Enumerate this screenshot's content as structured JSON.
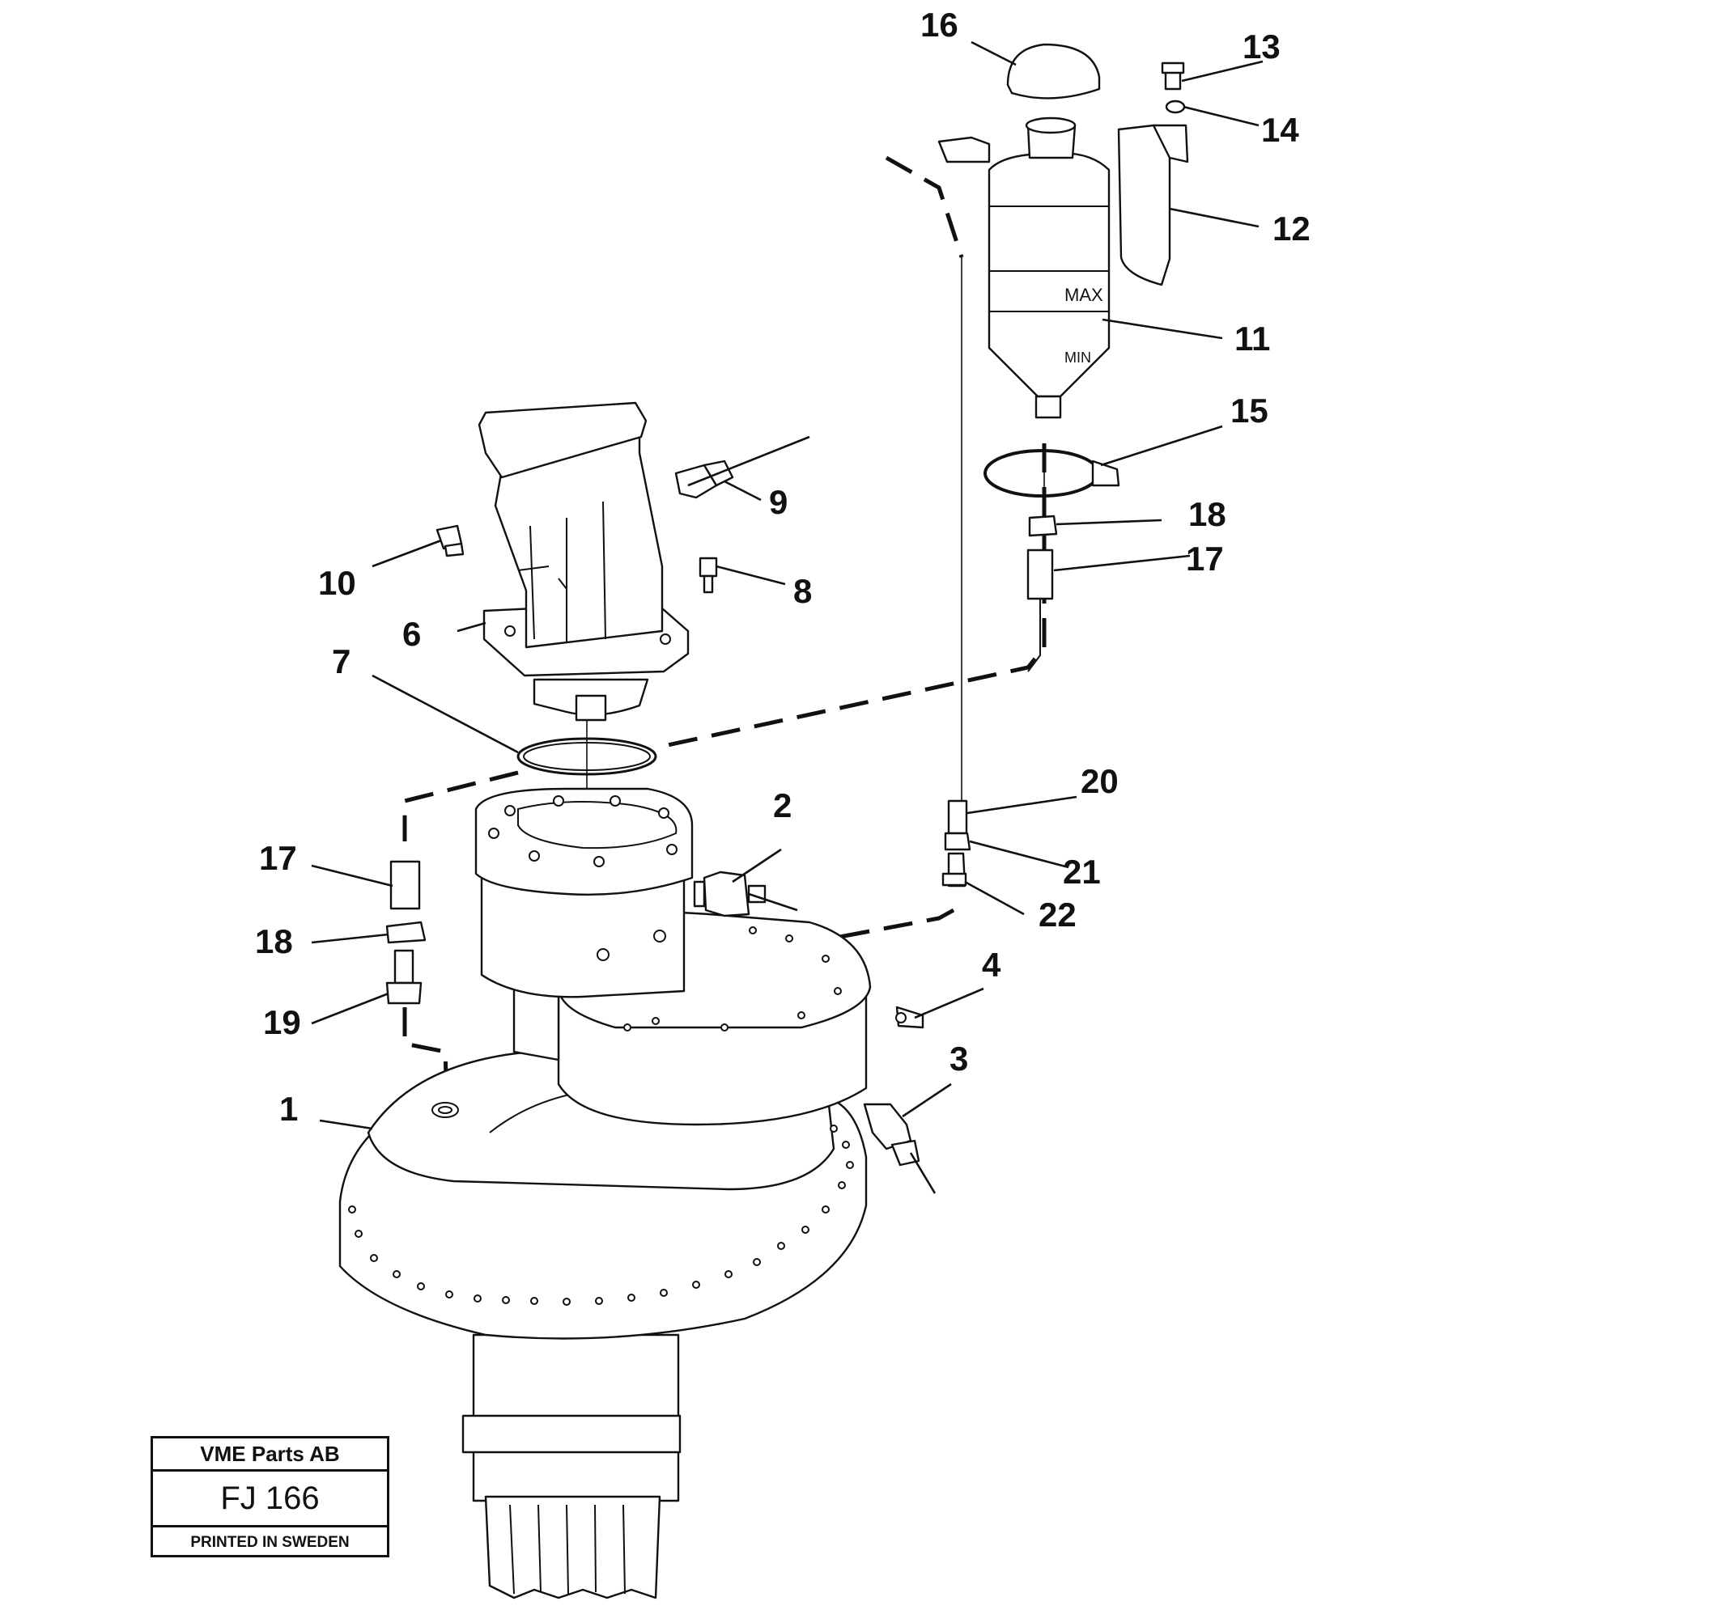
{
  "title_block": {
    "company": "VME Parts AB",
    "drawing_number": "FJ 166",
    "printed_note": "PRINTED IN SWEDEN"
  },
  "tank_markings": {
    "max": "MAX",
    "min": "MIN"
  },
  "callouts": [
    {
      "id": "callout-1",
      "text": "1"
    },
    {
      "id": "callout-2",
      "text": "2"
    },
    {
      "id": "callout-3",
      "text": "3"
    },
    {
      "id": "callout-4",
      "text": "4"
    },
    {
      "id": "callout-6",
      "text": "6"
    },
    {
      "id": "callout-7",
      "text": "7"
    },
    {
      "id": "callout-8",
      "text": "8"
    },
    {
      "id": "callout-9",
      "text": "9"
    },
    {
      "id": "callout-10",
      "text": "10"
    },
    {
      "id": "callout-11",
      "text": "11"
    },
    {
      "id": "callout-12",
      "text": "12"
    },
    {
      "id": "callout-13",
      "text": "13"
    },
    {
      "id": "callout-14",
      "text": "14"
    },
    {
      "id": "callout-15",
      "text": "15"
    },
    {
      "id": "callout-16",
      "text": "16"
    },
    {
      "id": "callout-17-top",
      "text": "17"
    },
    {
      "id": "callout-17-left",
      "text": "17"
    },
    {
      "id": "callout-18-top",
      "text": "18"
    },
    {
      "id": "callout-18-left",
      "text": "18"
    },
    {
      "id": "callout-19",
      "text": "19"
    },
    {
      "id": "callout-20",
      "text": "20"
    },
    {
      "id": "callout-21",
      "text": "21"
    },
    {
      "id": "callout-22",
      "text": "22"
    }
  ]
}
